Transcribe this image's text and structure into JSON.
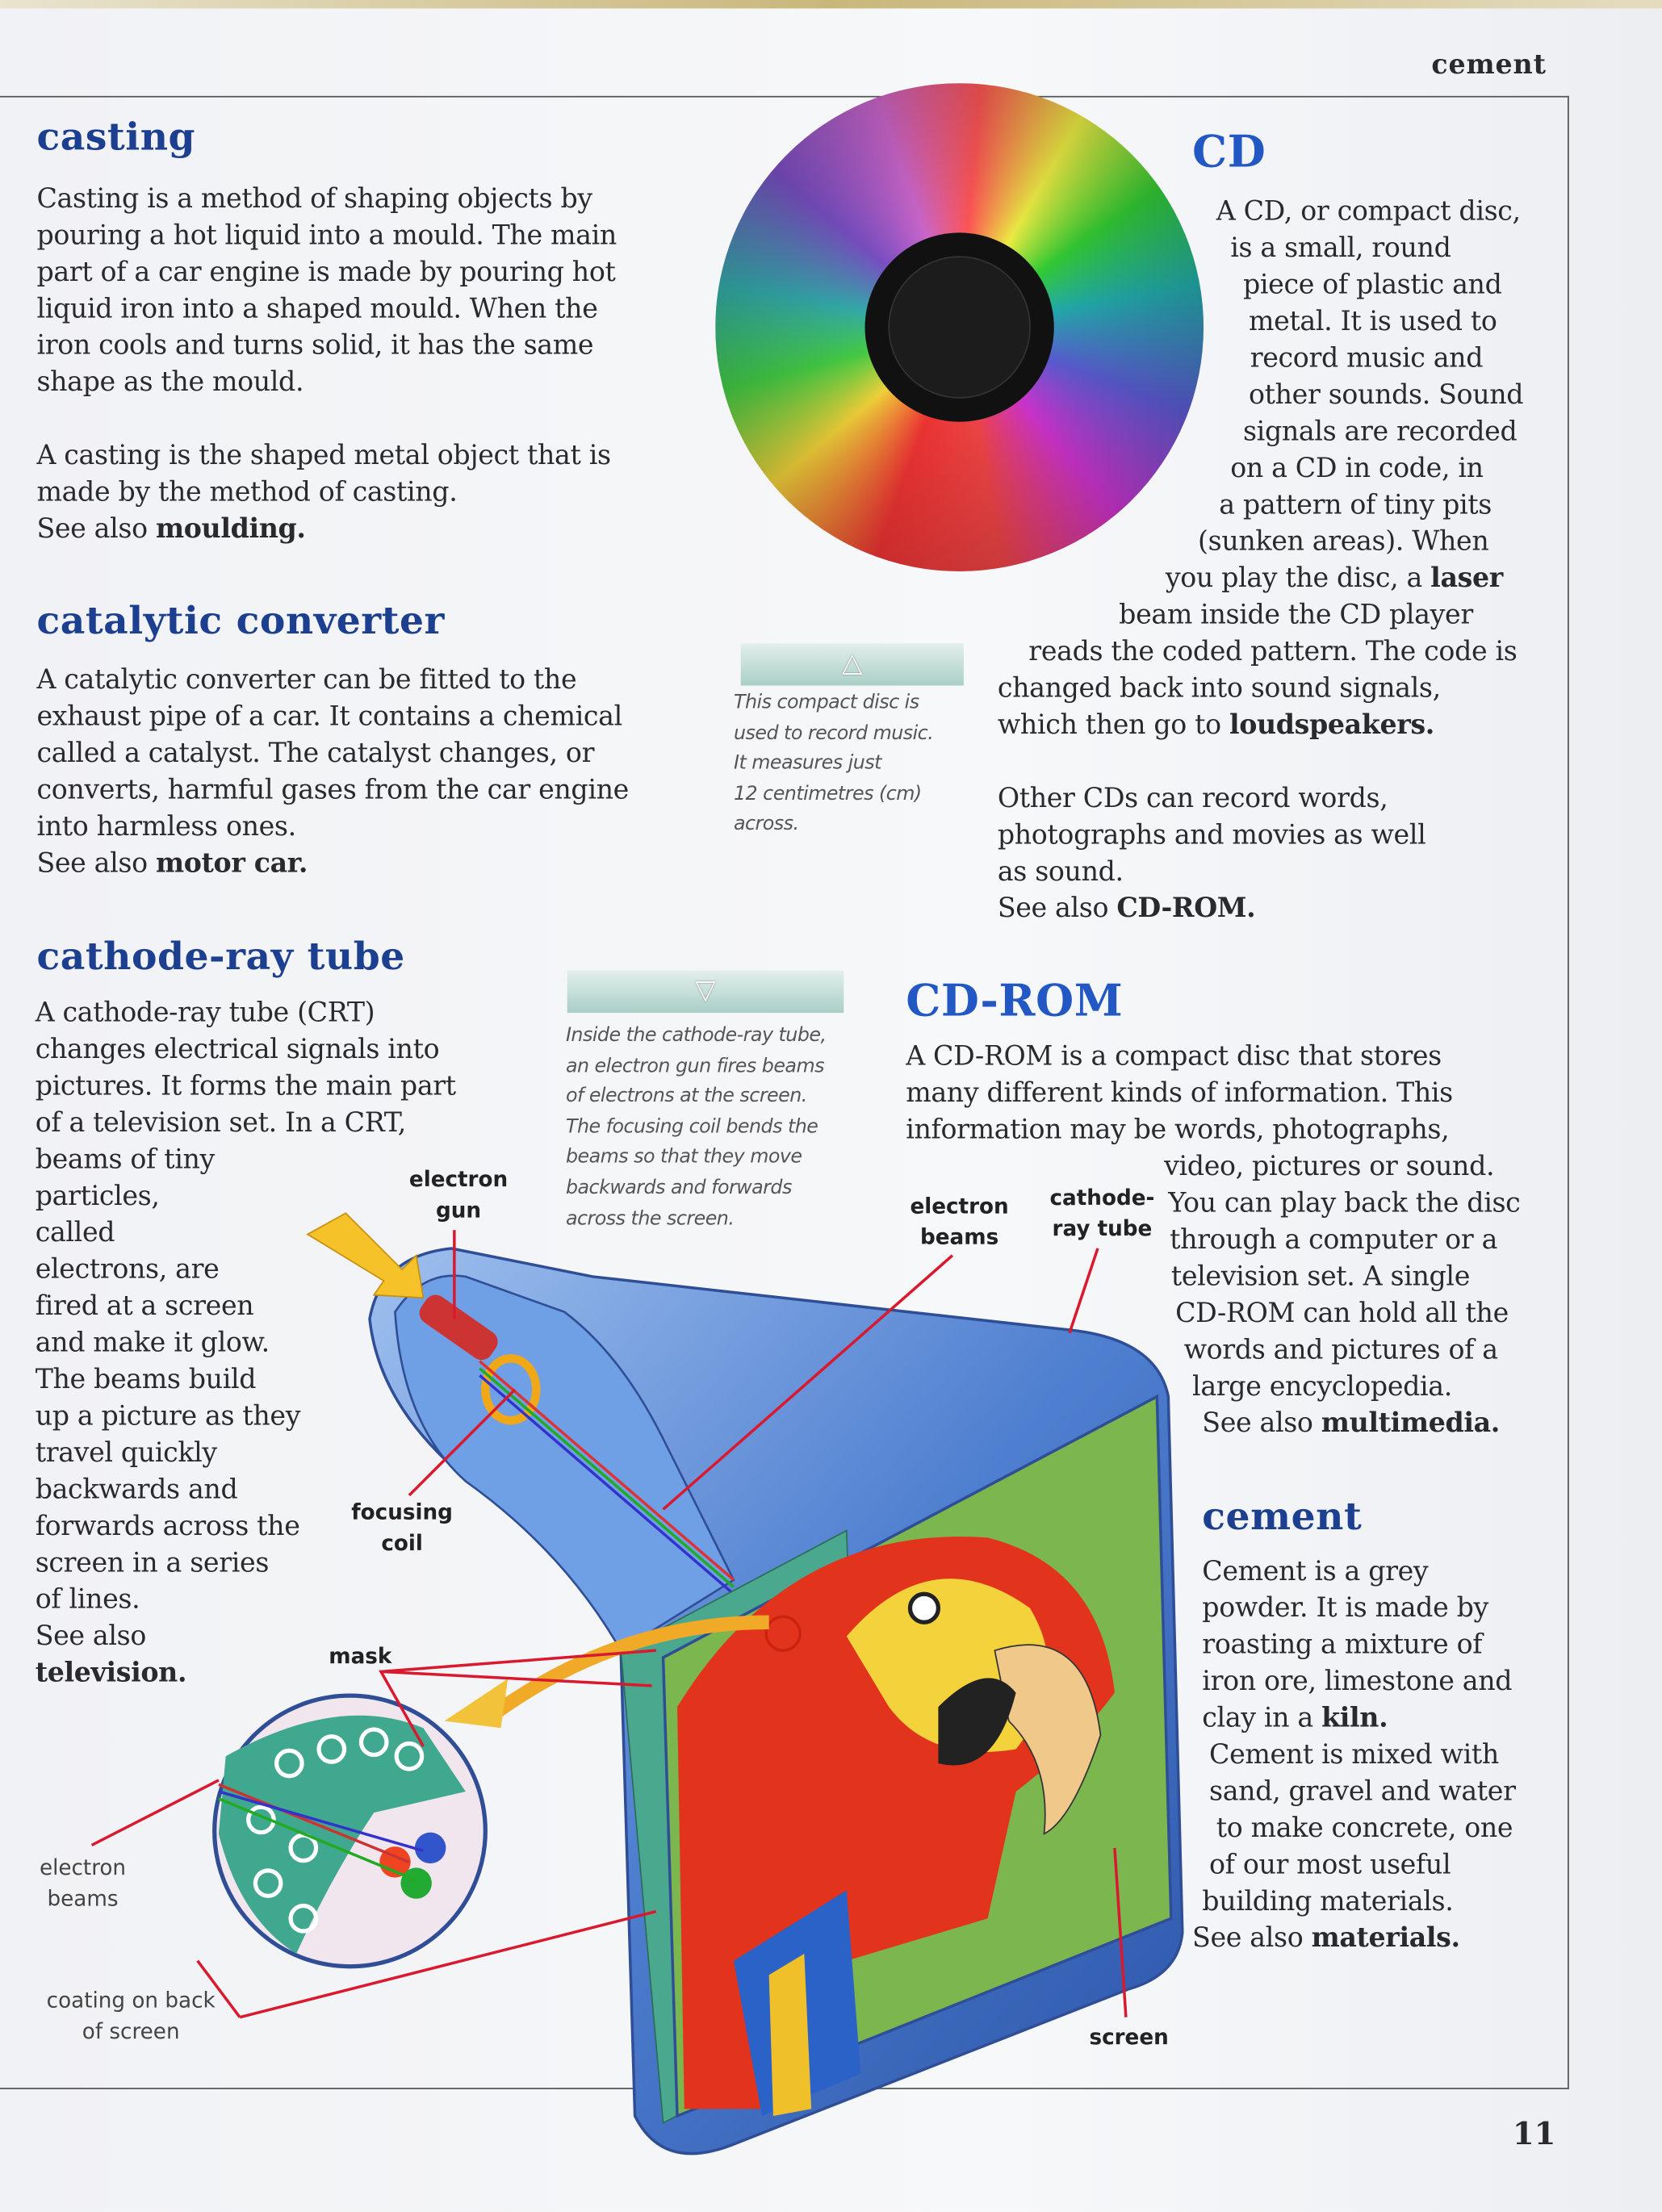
{
  "running_head": "cement",
  "page_number": "11",
  "casting": {
    "heading": "casting",
    "p1": [
      "Casting is a method of shaping objects by",
      "pouring a hot liquid into a mould. The main",
      "part of a car engine is made by pouring hot",
      "liquid iron into a shaped mould. When the",
      "iron cools and turns solid, it has the same",
      "shape as the mould."
    ],
    "p2": [
      "A casting is the shaped metal object that is",
      "made by the method of casting.",
      {
        "text": "See also ",
        "bold": "moulding."
      }
    ]
  },
  "catalytic_converter": {
    "heading": "catalytic converter",
    "p1": [
      "A catalytic converter can be fitted to the",
      "exhaust pipe of a car. It contains a chemical",
      "called a catalyst. The catalyst changes, or",
      "converts, harmful gases from the car engine",
      "into harmless ones.",
      {
        "text": "See also ",
        "bold": "motor car."
      }
    ]
  },
  "cathode_ray_tube": {
    "heading": "cathode-ray tube",
    "p1": [
      "A cathode-ray tube (CRT)",
      "changes electrical signals into",
      "pictures. It forms the main part",
      "of a television set. In a CRT,",
      "beams of tiny",
      "particles,",
      "called",
      "electrons, are",
      "fired at a screen",
      "and make it glow.",
      "The beams build",
      "up a picture as they",
      "travel quickly",
      "backwards and",
      "forwards across the",
      "screen in a series",
      "of lines.",
      "See also",
      {
        "text": "",
        "bold": "television."
      }
    ]
  },
  "cd": {
    "heading": "CD",
    "p1": [
      "A CD, or compact disc,",
      "is a small, round",
      "piece of plastic and",
      "metal. It is used to",
      "record music and",
      "other sounds. Sound",
      "signals are recorded",
      "on a CD in code, in",
      "a pattern of tiny pits",
      "(sunken areas). When",
      {
        "text": "you play the disc, a ",
        "bold": "laser"
      },
      "beam inside the CD player",
      "reads the coded pattern. The code is",
      "changed back into sound signals,",
      {
        "text": "which then go to ",
        "bold": "loudspeakers."
      }
    ],
    "p2": [
      "Other CDs can record words,",
      "photographs and movies as well",
      "as sound.",
      {
        "text": "See also ",
        "bold": "CD-ROM."
      }
    ],
    "caption": [
      "This compact disc is",
      "used to record music.",
      "It measures just",
      "12 centimetres (cm)",
      "across."
    ]
  },
  "cd_rom": {
    "heading": "CD-ROM",
    "p1": [
      "A CD-ROM is a compact disc that stores",
      "many different kinds of information. This",
      "information may be words, photographs,",
      "video, pictures or sound.",
      "You can play back the disc",
      "through a computer or a",
      "television set. A single",
      "CD-ROM can hold all the",
      "words and pictures of a",
      "large encyclopedia.",
      {
        "text": "See also ",
        "bold": "multimedia."
      }
    ]
  },
  "cement": {
    "heading": "cement",
    "p1": [
      "Cement is a grey",
      "powder. It is made by",
      "roasting a mixture of",
      "iron ore, limestone and",
      {
        "text": "clay in a ",
        "bold": "kiln."
      },
      "Cement is mixed with",
      "sand, gravel and water",
      "to make concrete, one",
      "of our most useful",
      "building materials.",
      {
        "text": "See also ",
        "bold": "materials."
      }
    ]
  },
  "crt_caption": [
    "Inside the cathode-ray tube,",
    "an electron gun fires beams",
    "of electrons at the screen.",
    "The focusing coil bends the",
    "beams so that they move",
    "backwards and forwards",
    "across the screen."
  ],
  "diagram_labels": {
    "electron_gun": [
      "electron",
      "gun"
    ],
    "electron_beams_top": [
      "electron",
      "beams"
    ],
    "cathode_ray_tube": [
      "cathode-",
      "ray tube"
    ],
    "focusing_coil": [
      "focusing",
      "coil"
    ],
    "mask": "mask",
    "electron_beams_inset": [
      "electron",
      "beams"
    ],
    "coating": [
      "coating on back",
      "of screen"
    ],
    "screen": "screen"
  },
  "colors": {
    "heading": "#1d3f8f",
    "heading_bright": "#2357c4",
    "pointer": "#d8192e",
    "tube": "#7fa6e0"
  }
}
